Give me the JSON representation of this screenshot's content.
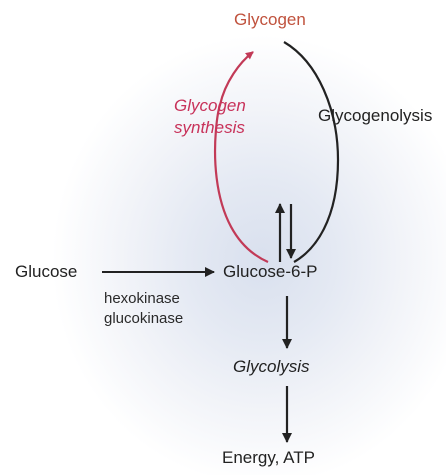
{
  "nodes": {
    "glycogen": "Glycogen",
    "glucose": "Glucose",
    "glucose6p": "Glucose-6-P",
    "glycolysis": "Glycolysis",
    "energy": "Energy, ATP"
  },
  "processes": {
    "glycogen_synthesis_line1": "Glycogen",
    "glycogen_synthesis_line2": "synthesis",
    "glycogenolysis": "Glycogenolysis"
  },
  "enzymes": {
    "hexokinase": "hexokinase",
    "glucokinase": "glucokinase"
  },
  "colors": {
    "glycogen_text": "#c0523d",
    "synthesis_arc": "#c23a57",
    "synthesis_text": "#c8325a",
    "black_arrows": "#222222"
  }
}
